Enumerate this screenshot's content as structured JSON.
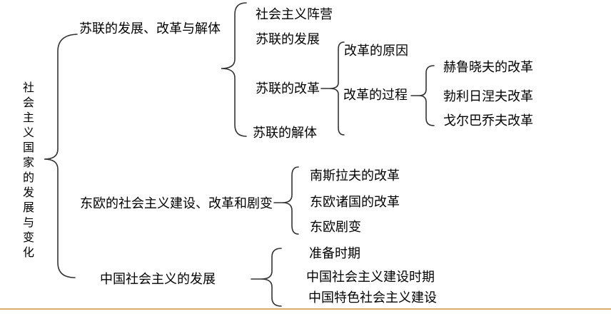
{
  "diagram": {
    "root_label": "社会主义国家的发展与变化",
    "branch_ussr": {
      "label": "苏联的发展、改革与解体",
      "items": {
        "camp": "社会主义阵营",
        "development": "苏联的发展",
        "reform": {
          "label": "苏联的改革",
          "children": {
            "causes": "改革的原因",
            "process": {
              "label": "改革的过程",
              "children": {
                "khrushchev": "赫鲁晓夫的改革",
                "brezhnev": "勃利日涅夫改革",
                "gorbachev": "戈尔巴乔夫改革"
              }
            }
          }
        },
        "dissolution": "苏联的解体"
      }
    },
    "branch_eastern_europe": {
      "label": "东欧的社会主义建设、改革和剧变",
      "children": {
        "yugoslavia": "南斯拉夫的改革",
        "eastern_countries": "东欧诸国的改革",
        "upheaval": "东欧剧变"
      }
    },
    "branch_china": {
      "label": "中国社会主义的发展",
      "children": {
        "preparation": "准备时期",
        "construction": "中国社会主义建设时期",
        "characteristics": "中国特色社会主义建设"
      }
    },
    "colors": {
      "line": "#333333",
      "text": "#000000",
      "bottom_border": "#d8ae6c",
      "background": "#ffffff"
    }
  }
}
